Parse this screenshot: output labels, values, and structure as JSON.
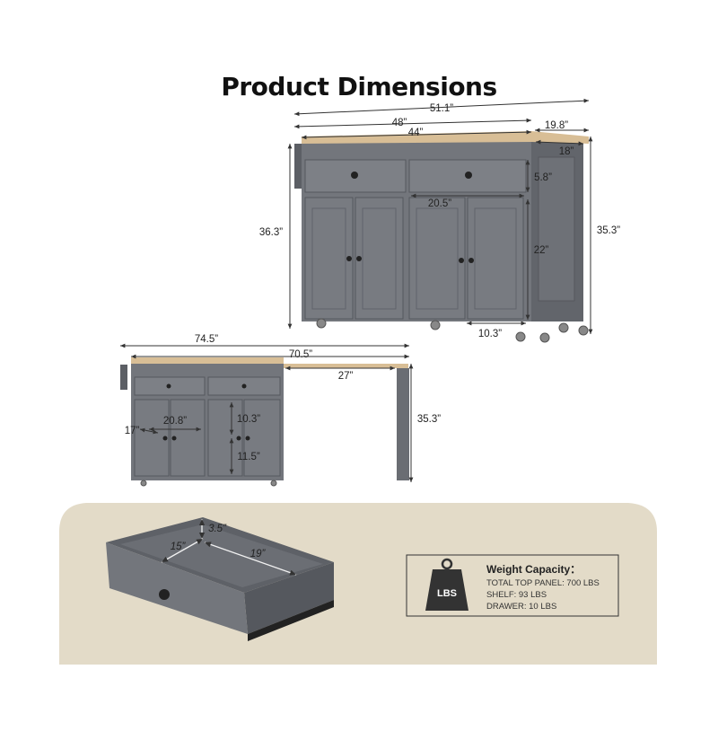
{
  "title": "Product Dimensions",
  "dimensions": {
    "overall_width": "51.1”",
    "width_closed": "48”",
    "top_width": "44”",
    "depth": "19.8”",
    "side_depth": "18”",
    "drawer_height": "5.8”",
    "drawer_width": "20.5”",
    "height_left": "36.3”",
    "cabinet_height": "22”",
    "height_right": "35.3”",
    "cabinet_depth": "10.3”",
    "extended_width": "74.5”",
    "extended_cabinet_width": "70.5”",
    "leaf_length": "27”",
    "inner_depth": "17”",
    "inner_width": "20.8”",
    "shelf_gap": "10.3”",
    "lower_gap": "11.5”",
    "extended_height": "35.3”",
    "drawer_depth": "3.5”",
    "drawer_inner_width": "15”",
    "drawer_inner_length": "19”"
  },
  "weight": {
    "icon_label": "LBS",
    "title": "Weight Capacity：",
    "lines": [
      "TOTAL TOP PANEL: 700 LBS",
      "SHELF: 93 LBS",
      "DRAWER: 10 LBS"
    ]
  },
  "colors": {
    "cabinet": "#73767c",
    "cabinet_dark": "#5c5f65",
    "wood": "#d8be96",
    "panel_bg": "#e3dbc8"
  }
}
